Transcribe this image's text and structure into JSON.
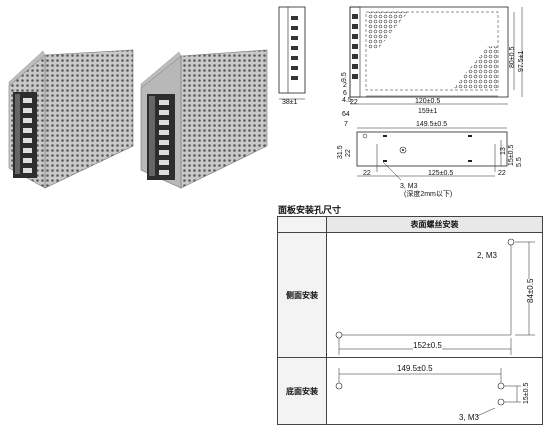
{
  "drawing": {
    "dims": {
      "depth_side": "38±1",
      "length_total": "159±1",
      "length_inner": "120±0.5",
      "offset_22_top": "22",
      "height_80": "80±0.5",
      "height_97": "97.5±1",
      "small_9_5": "9.5",
      "small_2": "2",
      "small_6": "6",
      "small_4_5": "4.5",
      "bottom_7": "7",
      "bottom_64": "64",
      "bottom_149": "149.5±0.5",
      "bottom_31_5": "31.5",
      "bottom_22_left": "22",
      "bottom_13": "13",
      "bottom_15": "15±0.5",
      "bottom_5_5": "5.5",
      "bottom_22_b": "22",
      "bottom_125": "125±0.5",
      "bottom_22_c": "22"
    },
    "notes": {
      "m3_count": "3, M3",
      "m3_depth": "(深度2mm以下)"
    }
  },
  "panel_section": {
    "title": "面板安装孔尺寸",
    "header": "表面螺丝安装",
    "rows": [
      {
        "label": "侧面安装",
        "screw_note": "2, M3",
        "dim_horizontal": "152±0.5",
        "dim_vertical": "84±0.5"
      },
      {
        "label": "底面安装",
        "screw_note": "3, M3",
        "dim_horizontal": "149.5±0.5",
        "dim_vertical": "15±0.5"
      }
    ]
  }
}
